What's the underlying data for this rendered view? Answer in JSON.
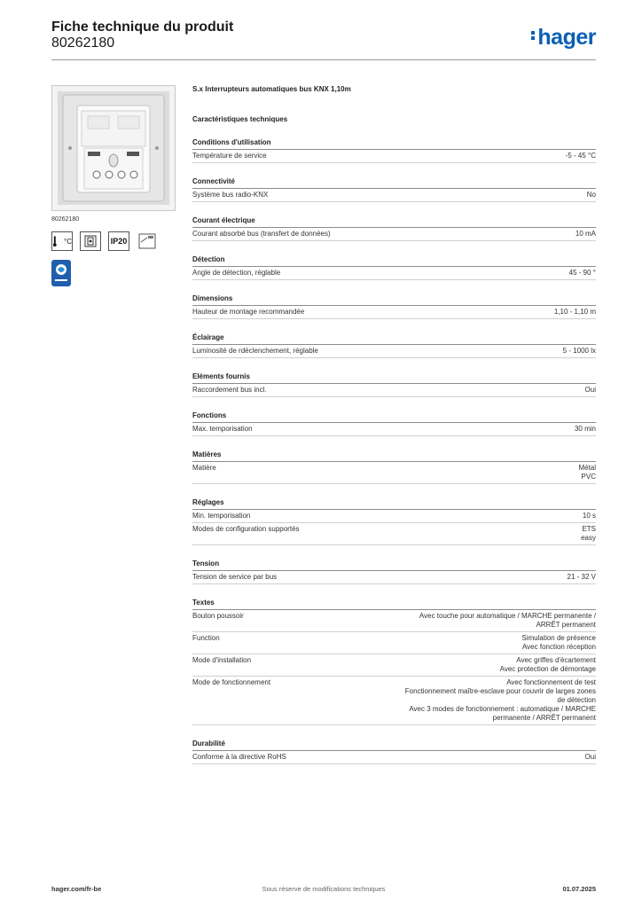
{
  "header": {
    "title": "Fiche technique du produit",
    "number": "80262180",
    "logo": "hager",
    "brand_color": "#0a5fb4"
  },
  "left": {
    "caption": "80262180",
    "icons": [
      {
        "name": "temperature-icon",
        "text": "°C"
      },
      {
        "name": "device-icon",
        "text": ""
      },
      {
        "name": "ip-rating-icon",
        "text": "IP20"
      },
      {
        "name": "mounting-icon",
        "text": ""
      }
    ],
    "badge_icon": "eco-passport-icon"
  },
  "product_name": "S.x Interrupteurs automatiques bus KNX 1,10m",
  "specs_title": "Caractéristiques techniques",
  "sections": [
    {
      "title": "Conditions d'utilisation",
      "rows": [
        {
          "label": "Température de service",
          "values": [
            "-5 - 45 °C"
          ]
        }
      ]
    },
    {
      "title": "Connectivité",
      "rows": [
        {
          "label": "Système bus radio-KNX",
          "values": [
            "No"
          ]
        }
      ]
    },
    {
      "title": "Courant électrique",
      "rows": [
        {
          "label": "Courant absorbé bus (transfert de données)",
          "values": [
            "10 mA"
          ]
        }
      ]
    },
    {
      "title": "Détection",
      "rows": [
        {
          "label": "Angle de détection, réglable",
          "values": [
            "45 - 90 °"
          ]
        }
      ]
    },
    {
      "title": "Dimensions",
      "rows": [
        {
          "label": "Hauteur de montage recommandée",
          "values": [
            "1,10 - 1,10 m"
          ]
        }
      ]
    },
    {
      "title": "Éclairage",
      "rows": [
        {
          "label": "Luminosité de rdéclenchement, réglable",
          "values": [
            "5 - 1000 lx"
          ]
        }
      ]
    },
    {
      "title": "Eléments fournis",
      "rows": [
        {
          "label": "Raccordement bus incl.",
          "values": [
            "Oui"
          ]
        }
      ]
    },
    {
      "title": "Fonctions",
      "rows": [
        {
          "label": "Max. temporisation",
          "values": [
            "30 min"
          ]
        }
      ]
    },
    {
      "title": "Matières",
      "rows": [
        {
          "label": "Matière",
          "values": [
            "Métal",
            "PVC"
          ]
        }
      ]
    },
    {
      "title": "Réglages",
      "rows": [
        {
          "label": "Min. temporisation",
          "values": [
            "10 s"
          ]
        },
        {
          "label": "Modes de configuration supportés",
          "values": [
            "ETS",
            "easy"
          ]
        }
      ]
    },
    {
      "title": "Tension",
      "rows": [
        {
          "label": "Tension de service par bus",
          "values": [
            "21 - 32 V"
          ]
        }
      ]
    },
    {
      "title": "Textes",
      "rows": [
        {
          "label": "Bouton poussoir",
          "values": [
            "Avec touche pour automatique / MARCHE permanente /",
            "ARRÊT permanent"
          ]
        },
        {
          "label": "Function",
          "values": [
            "Simulation de présence",
            "Avec fonction réception"
          ]
        },
        {
          "label": "Mode d'installation",
          "values": [
            "Avec griffes d'écartement",
            "Avec protection de démontage"
          ]
        },
        {
          "label": "Mode de fonctionnement",
          "values": [
            "Avec fonctionnement de test",
            "Fonctionnement maître-esclave pour couvrir de larges zones",
            "de détection",
            "Avec 3 modes de fonctionnement : automatique / MARCHE",
            "permanente / ARRÊT permanent"
          ]
        }
      ]
    },
    {
      "title": "Durabilité",
      "rows": [
        {
          "label": "Conforme à la directive RoHS",
          "values": [
            "Oui"
          ]
        }
      ]
    }
  ],
  "footer": {
    "left": "hager.com/fr-be",
    "center": "Sous réserve de modifications techniques",
    "right": "01.07.2025"
  }
}
